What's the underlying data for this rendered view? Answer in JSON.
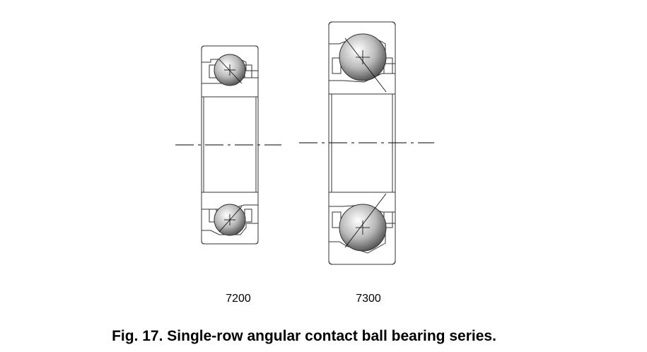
{
  "figure": {
    "caption": "Fig. 17. Single-row angular contact ball bearing series.",
    "bearings": [
      {
        "label": "7200",
        "icon": "bearing-cross-section-icon"
      },
      {
        "label": "7300",
        "icon": "bearing-cross-section-icon"
      }
    ]
  },
  "colors": {
    "line": "#333333",
    "ball_light": "#ffffff",
    "ball_dark": "#5a5a5a"
  }
}
